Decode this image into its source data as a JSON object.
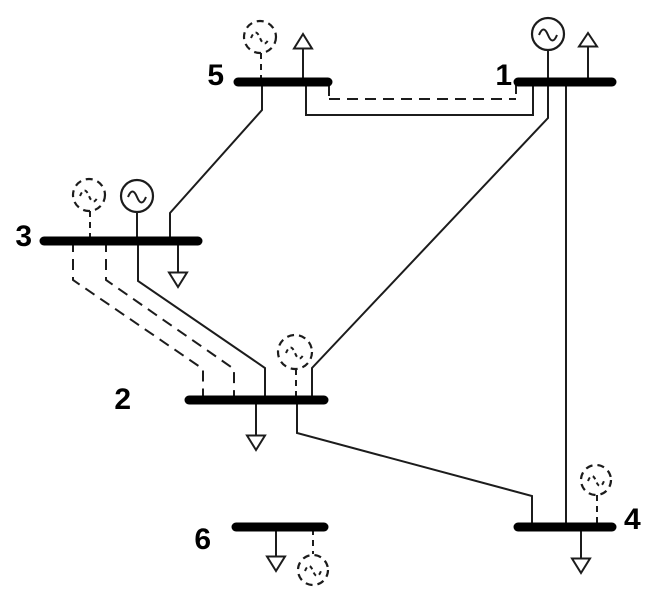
{
  "figure": {
    "kind": "power-system-one-line-diagram",
    "bus_count": 6
  },
  "colors": {
    "background": "#ffffff",
    "ink": "#000000"
  },
  "buses": [
    {
      "label": "5"
    },
    {
      "label": "1"
    },
    {
      "label": "3"
    },
    {
      "label": "2"
    },
    {
      "label": "6"
    },
    {
      "label": "4"
    }
  ],
  "branches": [
    {
      "from": "5",
      "to": "1",
      "style": "solid"
    },
    {
      "from": "5",
      "to": "1",
      "style": "dashed"
    },
    {
      "from": "5",
      "to": "3",
      "style": "solid"
    },
    {
      "from": "3",
      "to": "2",
      "style": "solid"
    },
    {
      "from": "3",
      "to": "2",
      "style": "dashed"
    },
    {
      "from": "3",
      "to": "2",
      "style": "dashed"
    },
    {
      "from": "1",
      "to": "2",
      "style": "solid"
    },
    {
      "from": "1",
      "to": "4",
      "style": "solid"
    },
    {
      "from": "2",
      "to": "4",
      "style": "solid"
    }
  ],
  "generators": [
    {
      "bus": "5",
      "style": "dashed"
    },
    {
      "bus": "1",
      "style": "solid"
    },
    {
      "bus": "3",
      "style": "dashed"
    },
    {
      "bus": "3",
      "style": "solid"
    },
    {
      "bus": "2",
      "style": "dashed"
    },
    {
      "bus": "4",
      "style": "dashed"
    },
    {
      "bus": "6",
      "style": "dashed"
    }
  ],
  "loads": [
    {
      "bus": "5",
      "arrow_direction": "up"
    },
    {
      "bus": "1",
      "arrow_direction": "up"
    },
    {
      "bus": "3",
      "arrow_direction": "down"
    },
    {
      "bus": "2",
      "arrow_direction": "down"
    },
    {
      "bus": "6",
      "arrow_direction": "down"
    },
    {
      "bus": "4",
      "arrow_direction": "down"
    }
  ]
}
